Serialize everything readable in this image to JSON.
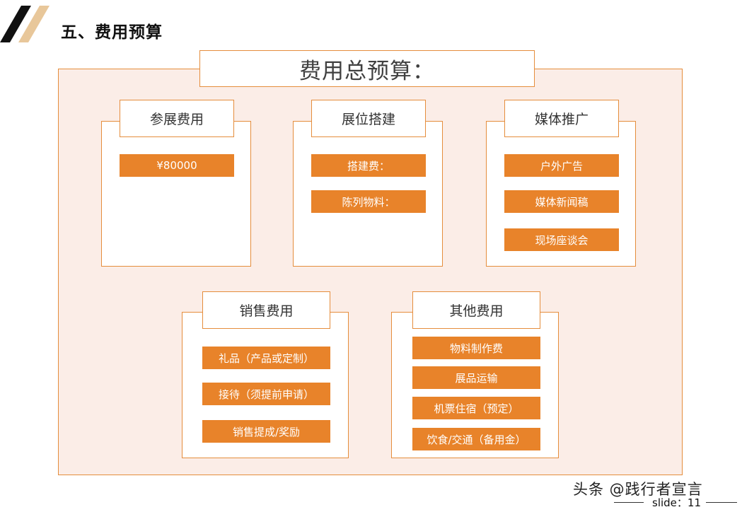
{
  "header": {
    "title": "五、费用预算"
  },
  "main_title": "费用总预算：",
  "sections": [
    {
      "title": "参展费用",
      "items": [
        "¥80000"
      ]
    },
    {
      "title": "展位搭建",
      "items": [
        "搭建费：",
        "陈列物料："
      ]
    },
    {
      "title": "媒体推广",
      "items": [
        "户外广告",
        "媒体新闻稿",
        "现场座谈会"
      ]
    },
    {
      "title": "销售费用",
      "items": [
        "礼品（产品或定制）",
        "接待（须提前申请）",
        "销售提成/奖励"
      ]
    },
    {
      "title": "其他费用",
      "items": [
        "物料制作费",
        "展品运输",
        "机票住宿（预定）",
        "饮食/交通（备用金）"
      ]
    }
  ],
  "footer": {
    "watermark": "头条 @践行者宣言",
    "slide": "slide：11"
  },
  "colors": {
    "accent": "#e8832a",
    "border": "#e58d3c",
    "panel": "#fbede7",
    "deco_dark": "#111111",
    "deco_light": "#e8c79a"
  }
}
